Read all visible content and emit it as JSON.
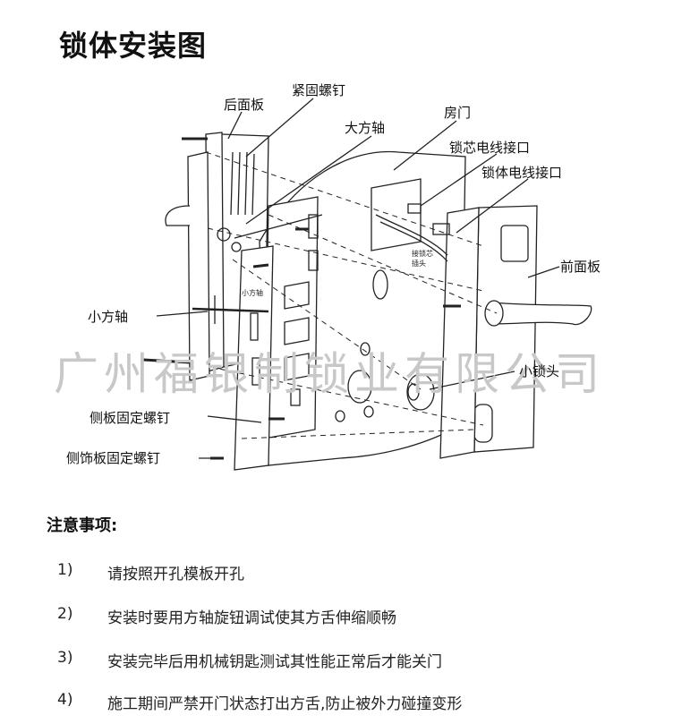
{
  "title": "锁体安装图",
  "labels": {
    "rear_panel": "后面板",
    "tightening_screw": "紧固螺钉",
    "big_square_shaft": "大方轴",
    "room_door": "房门",
    "core_wire_connector": "锁芯电线接口",
    "body_wire_connector": "锁体电线接口",
    "front_panel": "前面板",
    "small_square_shaft": "小方轴",
    "small_square_shaft_inner": "小方轴",
    "small_lock_head": "小锁头",
    "side_plate_screw": "侧板固定螺钉",
    "side_trim_screw": "侧饰板固定螺钉",
    "connector_note_1": "接锁芯",
    "connector_note_2": "插头"
  },
  "watermark": "广州福银制锁业有限公司",
  "notes": {
    "heading": "注意事项:",
    "items": [
      {
        "num": "1)",
        "text": "请按照开孔模板开孔"
      },
      {
        "num": "2)",
        "text": "安装时要用方轴旋钮调试使其方舌伸缩顺畅"
      },
      {
        "num": "3)",
        "text": "安装完毕后用机械钥匙测试其性能正常后才能关门"
      },
      {
        "num": "4)",
        "text": "施工期间严禁开门状态打出方舌,防止被外力碰撞变形"
      }
    ]
  }
}
